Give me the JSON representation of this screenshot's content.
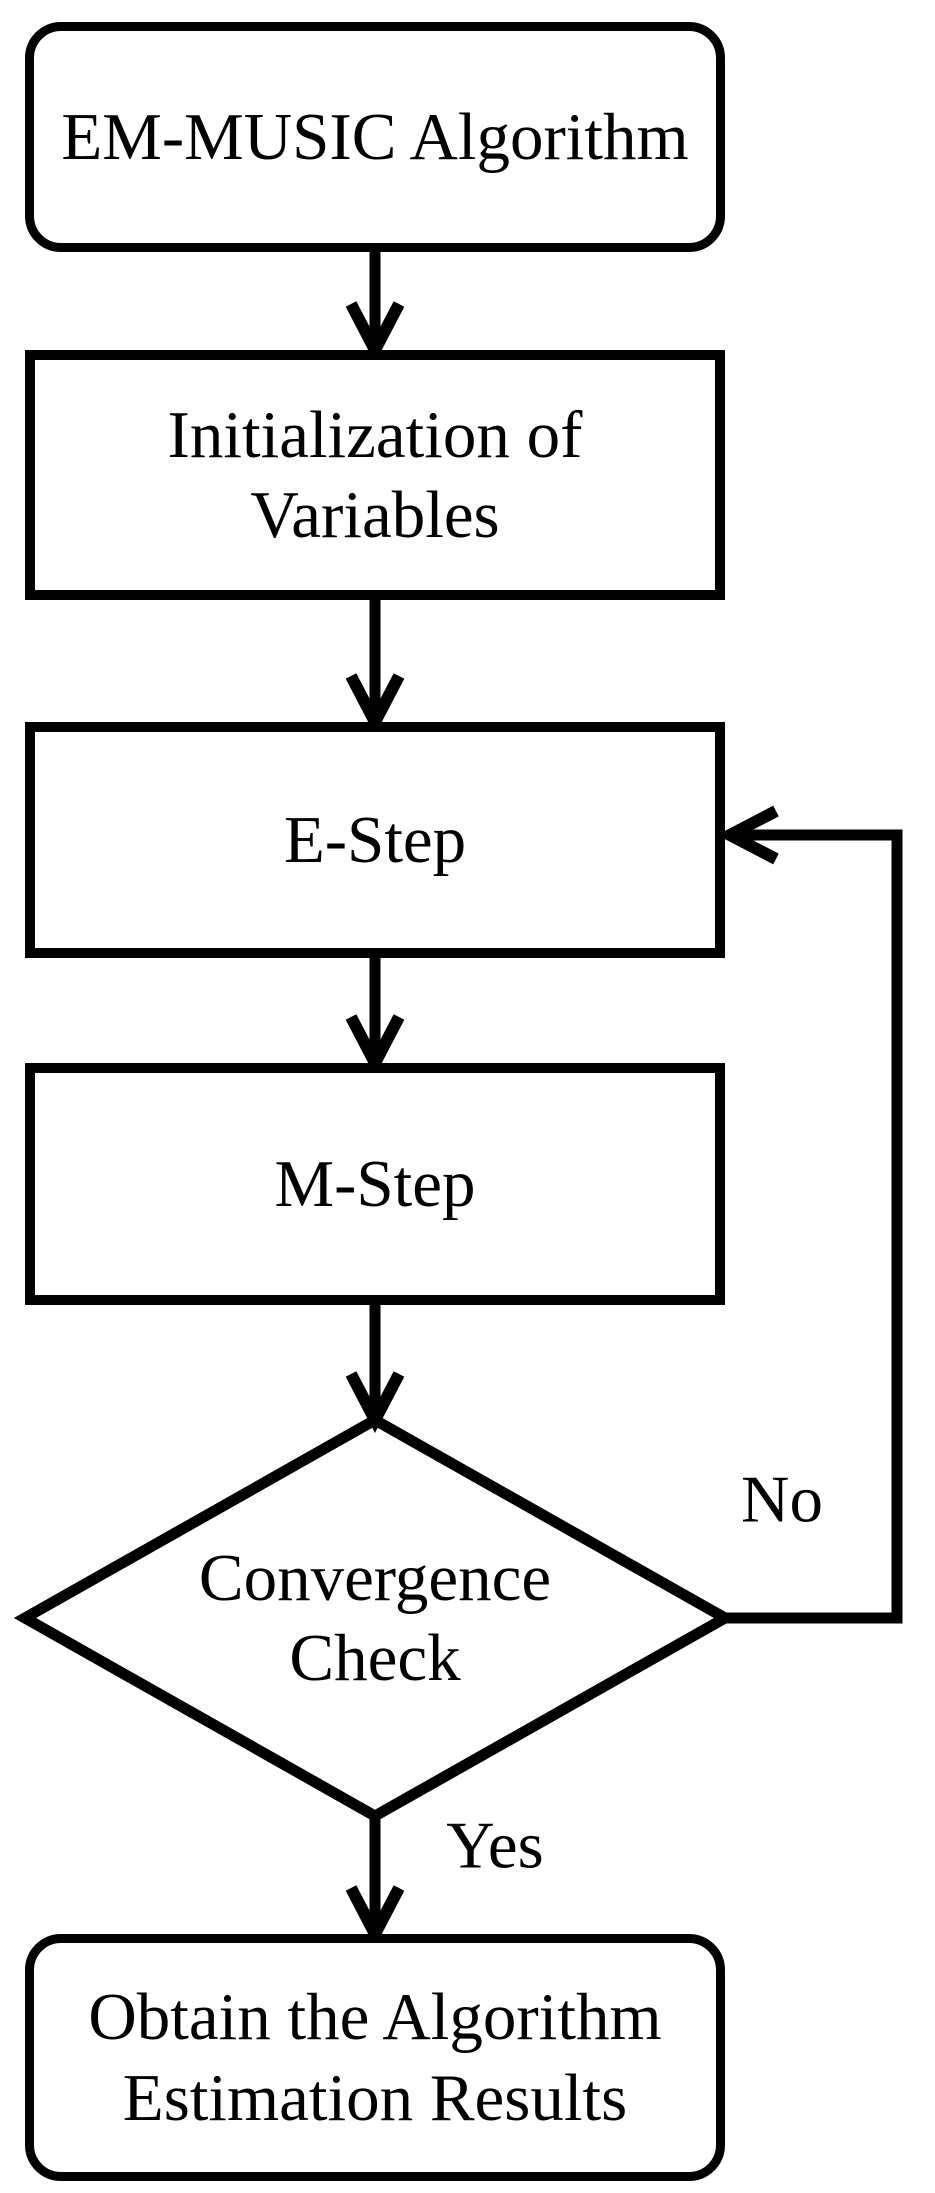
{
  "figure": {
    "background_color": "#ffffff",
    "stroke_color": "#000000",
    "nodes": {
      "start": {
        "type": "rounded-terminator",
        "label": "EM-MUSIC Algorithm"
      },
      "init": {
        "type": "process",
        "label": "Initialization of\nVariables"
      },
      "estep": {
        "type": "process",
        "label": "E-Step"
      },
      "mstep": {
        "type": "process",
        "label": "M-Step"
      },
      "convergence": {
        "type": "decision-diamond",
        "label": "Convergence\nCheck"
      },
      "end": {
        "type": "rounded-terminator",
        "label": "Obtain the Algorithm\nEstimation Results"
      }
    },
    "edge_labels": {
      "no": "No",
      "yes": "Yes"
    }
  }
}
